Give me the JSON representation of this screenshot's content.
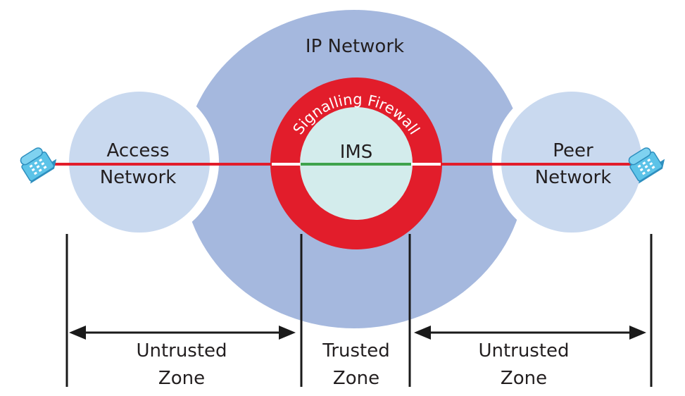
{
  "ip_network": {
    "label": "IP Network"
  },
  "access_network": {
    "label_line1": "Access",
    "label_line2": "Network"
  },
  "peer_network": {
    "label_line1": "Peer",
    "label_line2": "Network"
  },
  "ims": {
    "label": "IMS",
    "ring_label": "Signalling Firewall"
  },
  "zones": {
    "left": {
      "line1": "Untrusted",
      "line2": "Zone"
    },
    "middle": {
      "line1": "Trusted",
      "line2": "Zone"
    },
    "right": {
      "line1": "Untrusted",
      "line2": "Zone"
    }
  },
  "colors": {
    "ip_network": "#a5b8de",
    "side_network": "#c9d9ef",
    "firewall_ring": "#e21d2b",
    "ims_core": "#d3ecec",
    "trusted_link": "#3fa34d",
    "untrusted_link": "#e21d2b",
    "phone": "#5cc3e8",
    "text": "#231f20"
  }
}
